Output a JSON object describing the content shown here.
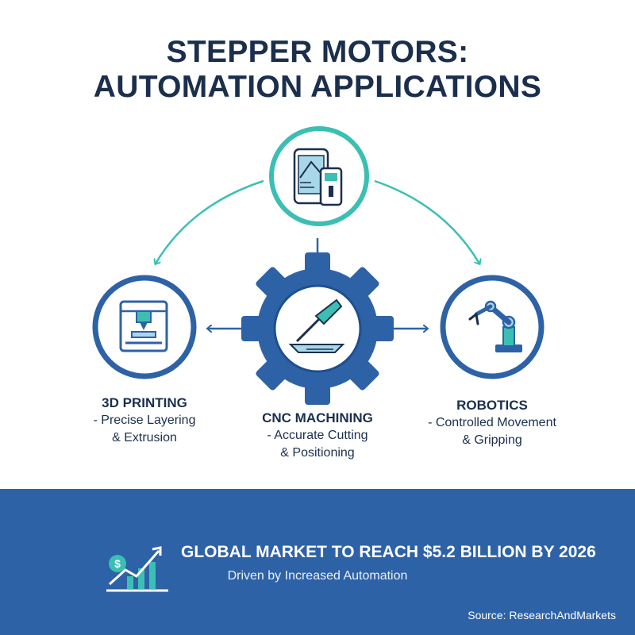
{
  "title": {
    "line1": "STEPPER MOTORS:",
    "line2": "AUTOMATION APPLICATIONS"
  },
  "nodes": {
    "top": {
      "icon": "control-panel-icon"
    },
    "left": {
      "icon": "3d-printer-icon",
      "heading": "3D PRINTING",
      "line1": "- Precise Layering",
      "line2": "& Extrusion"
    },
    "center": {
      "icon": "cnc-cutter-icon",
      "heading": "CNC MACHINING",
      "line1": "- Accurate Cutting",
      "line2": "& Positioning"
    },
    "right": {
      "icon": "robot-arm-icon",
      "heading": "ROBOTICS",
      "line1": "- Controlled Movement",
      "line2": "& Gripping"
    }
  },
  "footer": {
    "icon": "market-growth-chart-icon",
    "headline": "GLOBAL MARKET TO REACH $5.2 BILLION BY 2026",
    "subline": "Driven by Increased Automation",
    "source": "Source: ResearchAndMarkets"
  },
  "colors": {
    "navy": "#1b2f4d",
    "teal": "#3bbfb3",
    "blue": "#2e62a6",
    "light_blue": "#a8d8e8"
  }
}
